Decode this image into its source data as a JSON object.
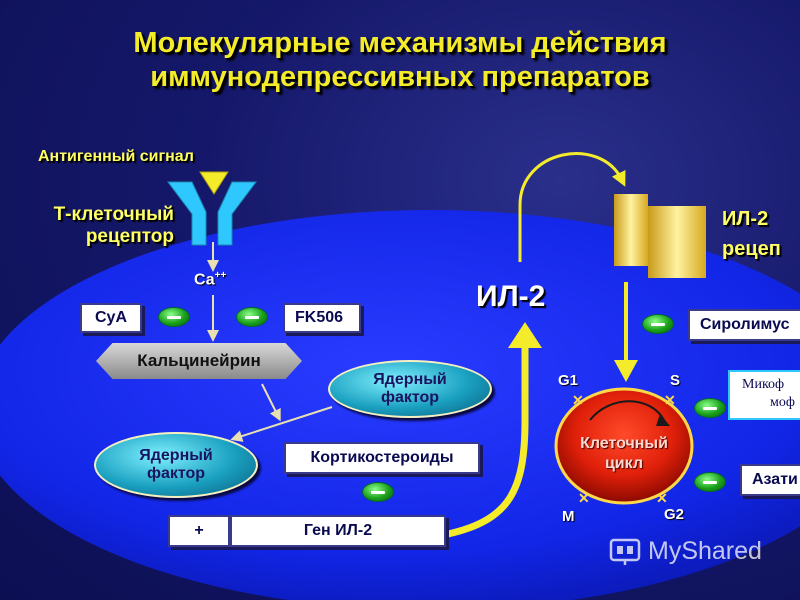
{
  "title": {
    "line1": "Молекулярные механизмы действия",
    "line2": "иммунодепрессивных препаратов"
  },
  "labels": {
    "antigen_signal": "Антигенный сигнал",
    "tcr_line1": "Т-клеточный",
    "tcr_line2": "рецептор",
    "ca": "Са",
    "ca_sup": "++",
    "il2": "ИЛ-2",
    "il2_receptor_line1": "ИЛ-2",
    "il2_receptor_line2": "рецеп"
  },
  "boxes": {
    "cya": "СуА",
    "fk506": "FK506",
    "calcineurin": "Кальцинейрин",
    "corticosteroids": "Кортикостероиды",
    "gene_plus": "+",
    "gene_il2": "Ген ИЛ-2",
    "sirolimus": "Сиролимус",
    "mycophenolate_line1": "Микоф",
    "mycophenolate_line2": "моф",
    "azathioprine": "Азати"
  },
  "ovals": {
    "nuclear_factor_top_line1": "Ядерный",
    "nuclear_factor_top_line2": "фактор",
    "nuclear_factor_bottom_line1": "Ядерный",
    "nuclear_factor_bottom_line2": "фактор"
  },
  "cell_cycle": {
    "line1": "Клеточный",
    "line2": "цикл",
    "g1": "G1",
    "s": "S",
    "m": "M",
    "g2": "G2"
  },
  "watermark": "MyShared"
}
